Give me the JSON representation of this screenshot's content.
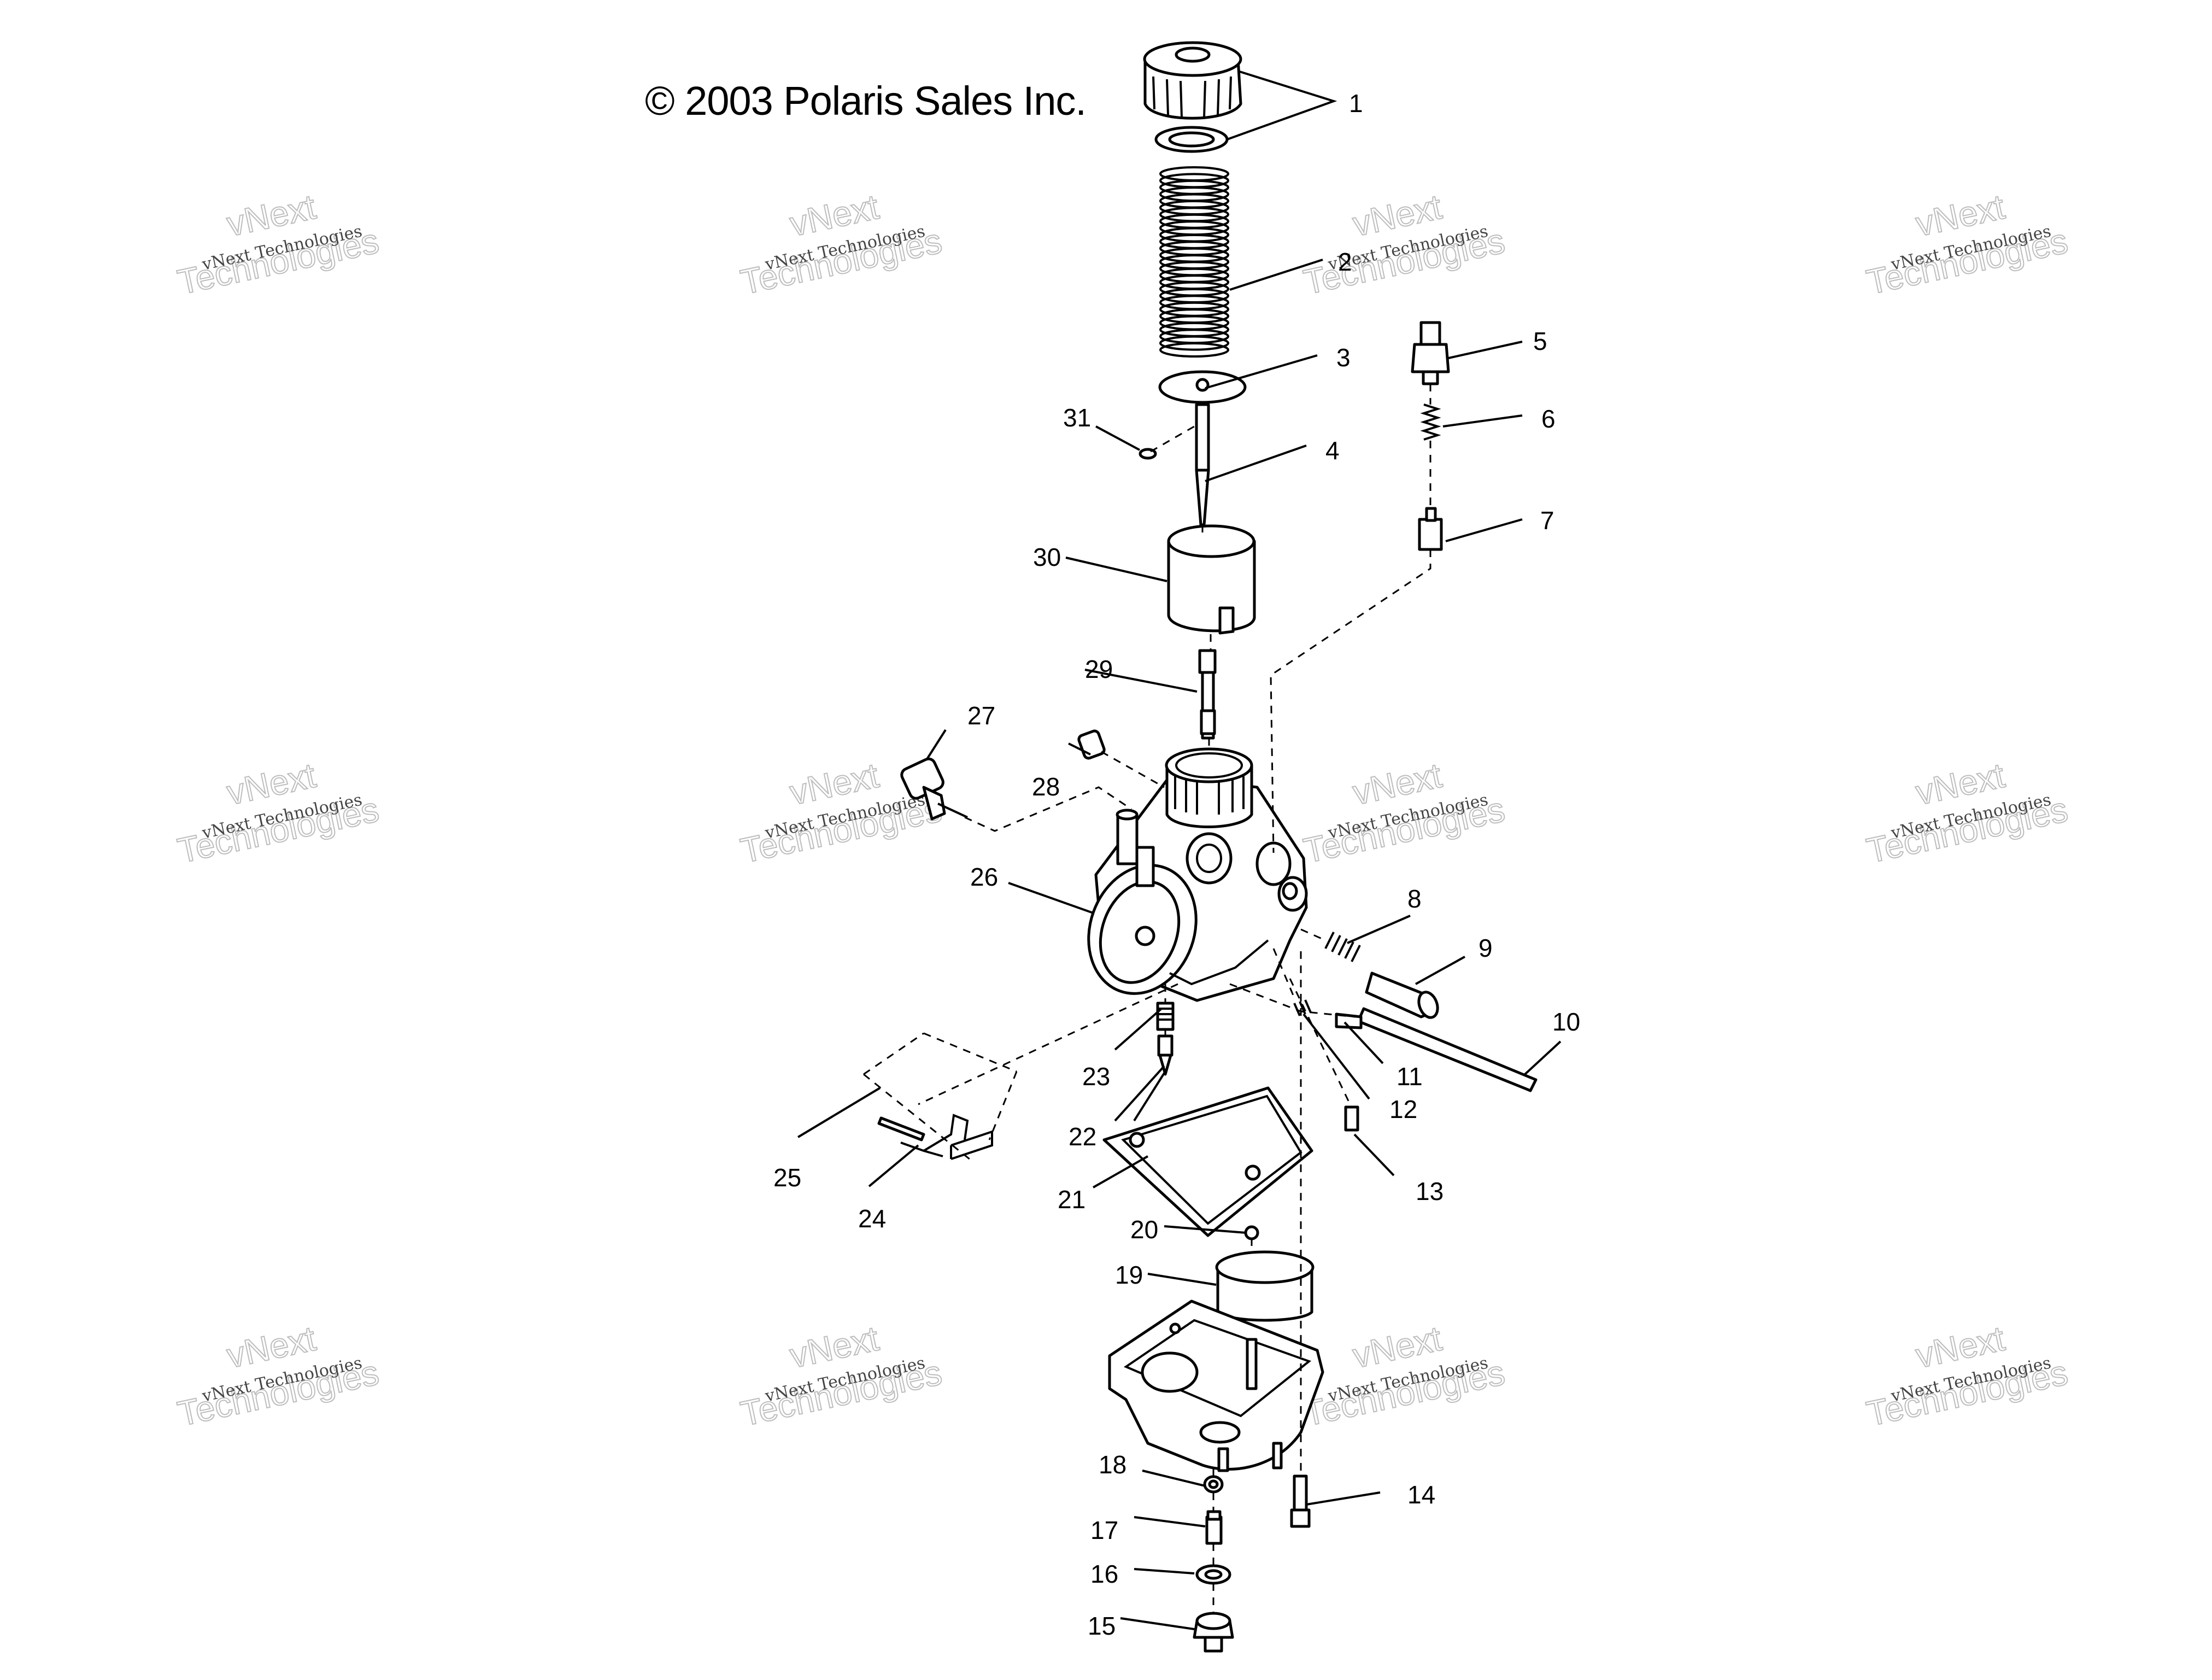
{
  "copyright": "© 2003 Polaris Sales Inc.",
  "watermark": {
    "line1": "vNext Technologies",
    "line2": "vNext",
    "line3": "Technologies"
  },
  "callouts": [
    "1",
    "2",
    "3",
    "4",
    "5",
    "6",
    "7",
    "8",
    "9",
    "10",
    "11",
    "12",
    "13",
    "14",
    "15",
    "16",
    "17",
    "18",
    "19",
    "20",
    "21",
    "22",
    "23",
    "24",
    "25",
    "26",
    "27",
    "28",
    "29",
    "30",
    "31"
  ],
  "colors": {
    "ink": "#000000",
    "background": "#ffffff",
    "watermark": "#bdbdbd"
  }
}
